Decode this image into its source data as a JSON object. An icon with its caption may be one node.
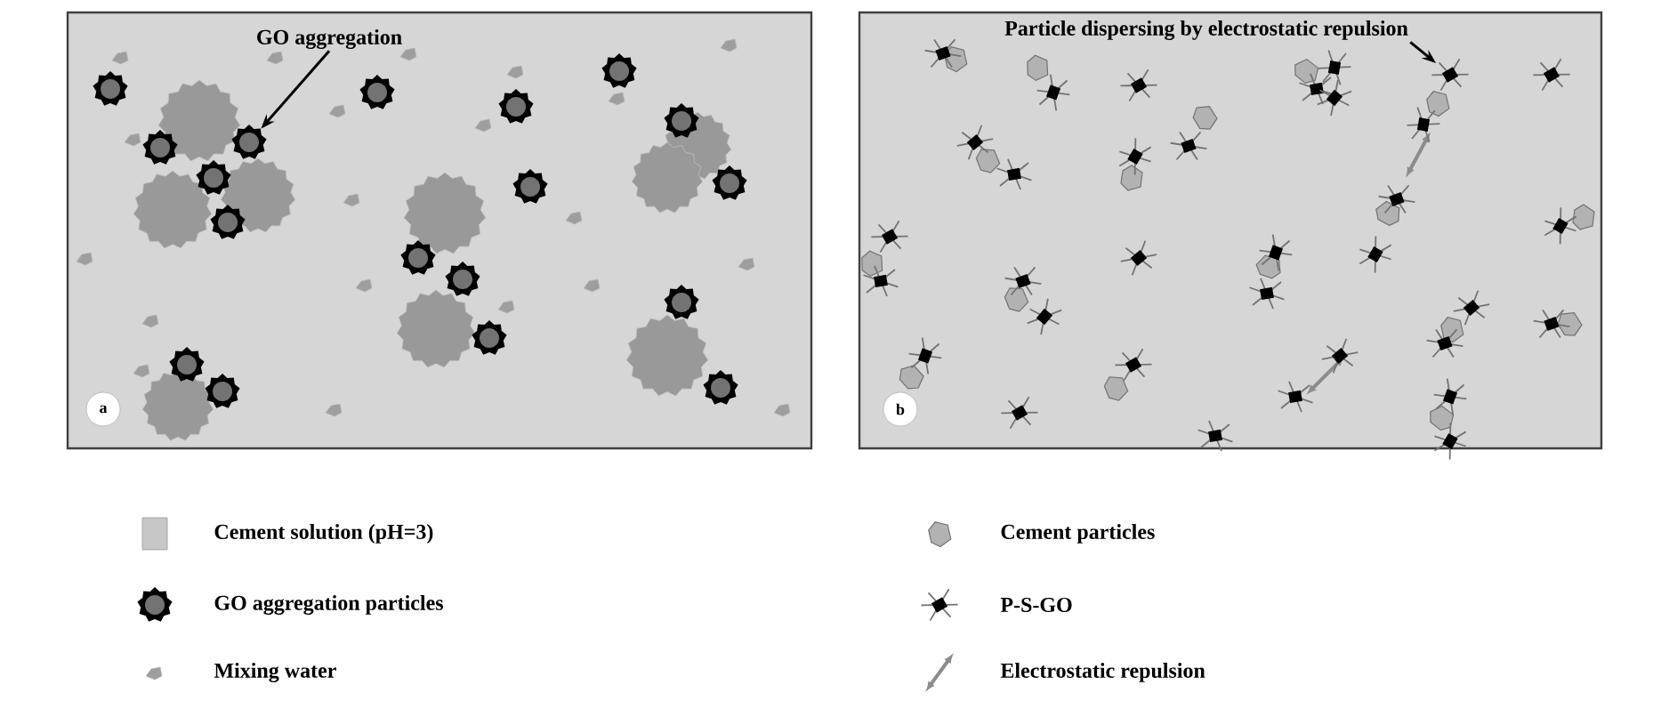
{
  "diagram": {
    "nodes": [
      {
        "text": [],
        "shape": "box"
      },
      {
        "text": [
          "GO aggregation"
        ],
        "in": 0
      },
      {
        "text": [],
        "shape": "picture",
        "in": 0
      },
      {
        "text": [
          "a"
        ],
        "in": 0
      },
      {
        "text": [],
        "shape": "box"
      },
      {
        "text": [
          "Particle dispersing by electrostatic repulsion"
        ],
        "in": 4
      },
      {
        "text": [],
        "shape": "picture",
        "in": 4
      },
      {
        "text": [
          "b"
        ],
        "in": 4
      }
    ],
    "edges": [
      {
        "from": 1,
        "to": 2,
        "arrow": "to"
      },
      {
        "from": 5,
        "to": 6,
        "arrow": "to"
      }
    ],
    "legend": [
      {
        "text": "Cement solution (pH=3)"
      },
      {
        "text": "GO aggregation particles"
      },
      {
        "text": "Mixing water"
      },
      {
        "text": "Cement particles"
      },
      {
        "text": "P-S-GO"
      },
      {
        "text": "Electrostatic repulsion"
      }
    ]
  }
}
